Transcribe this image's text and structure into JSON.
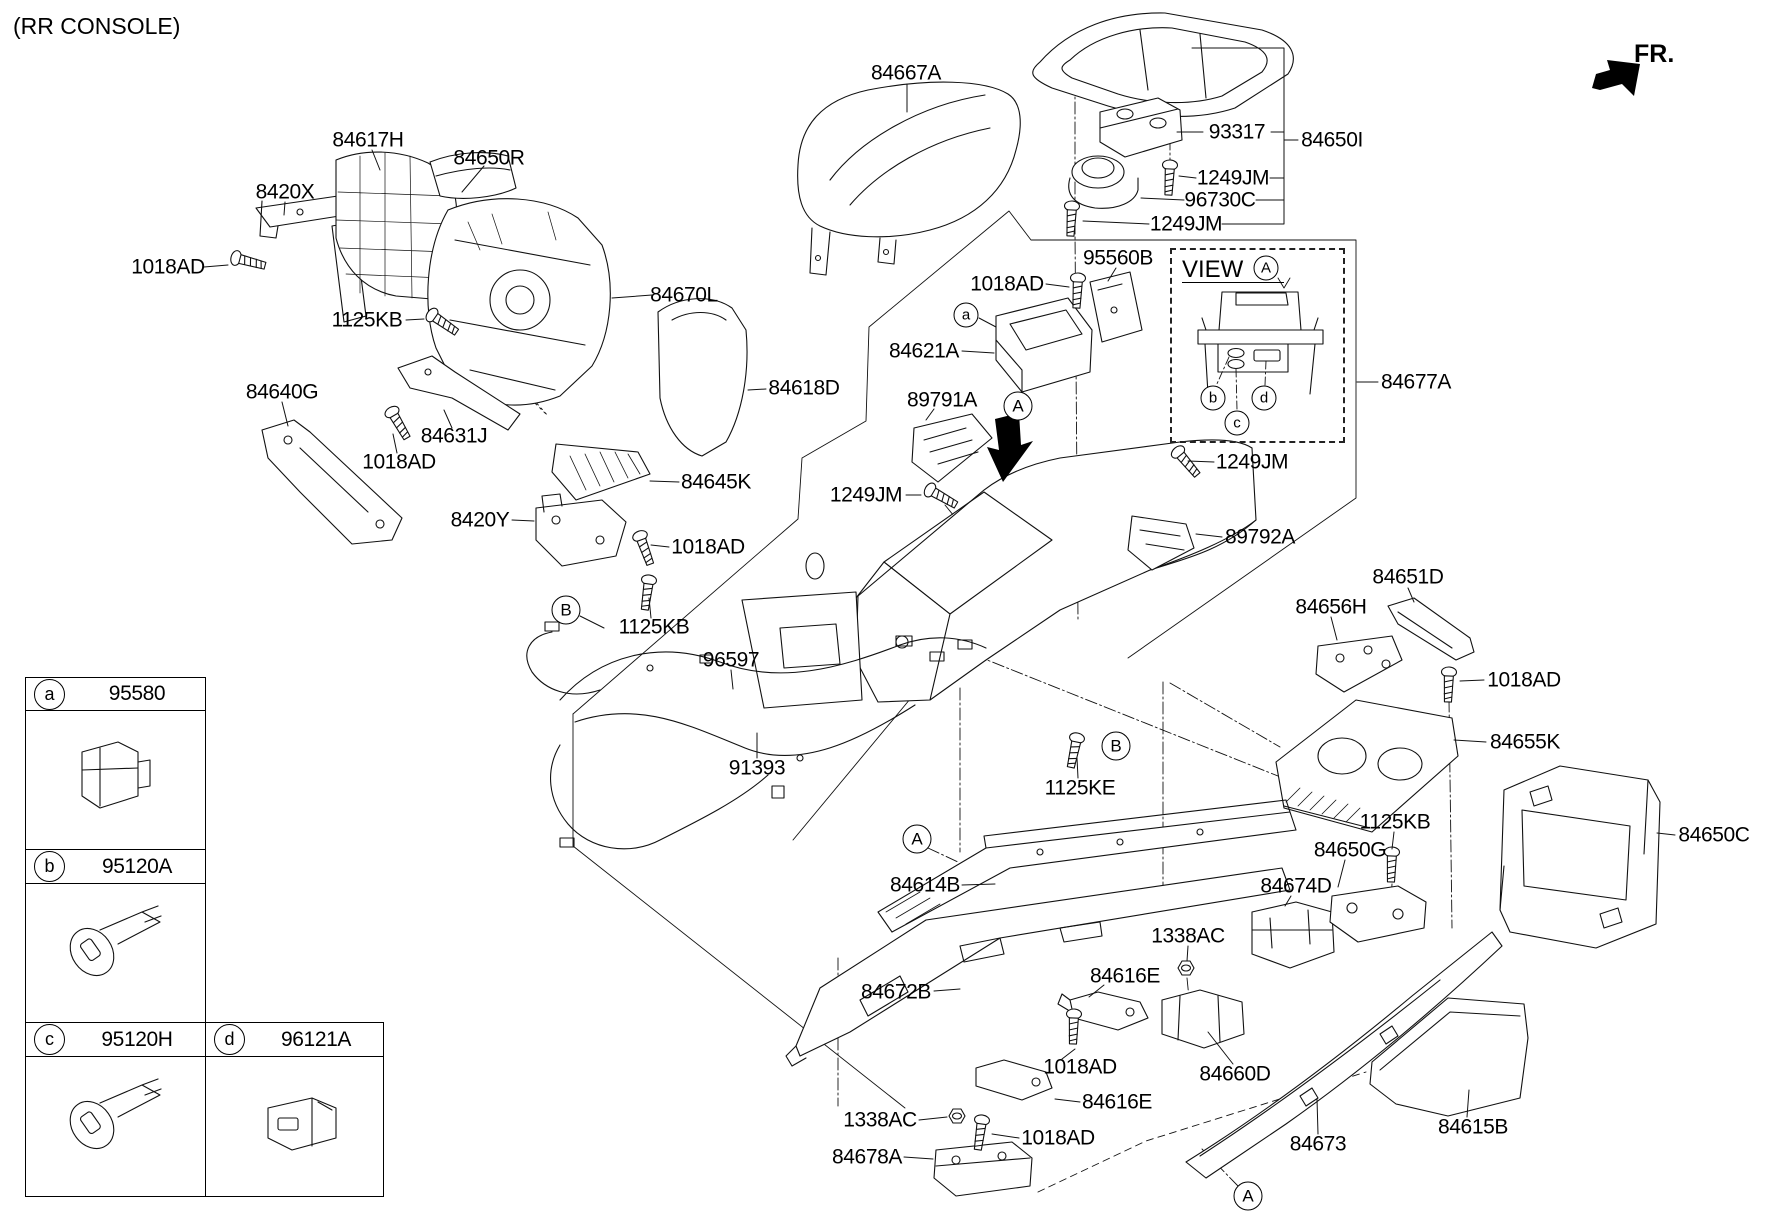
{
  "title": "(RR CONSOLE)",
  "direction_indicator": "FR.",
  "view_inset": {
    "label": "VIEW",
    "letter": "A"
  },
  "callouts": {
    "A": "A",
    "B": "B",
    "a": "a",
    "b": "b",
    "c": "c",
    "d": "d"
  },
  "parts": {
    "84667A": "84667A",
    "84617H": "84617H",
    "84650R": "84650R",
    "8420X": "8420X",
    "1018AD": "1018AD",
    "1125KB": "1125KB",
    "1125KE": "1125KE",
    "84670L": "84670L",
    "84618D": "84618D",
    "84640G": "84640G",
    "84631J": "84631J",
    "84645K": "84645K",
    "8420Y": "8420Y",
    "96597": "96597",
    "91393": "91393",
    "1249JM": "1249JM",
    "84621A": "84621A",
    "95560B": "95560B",
    "89791A": "89791A",
    "89792A": "89792A",
    "93317": "93317",
    "96730C": "96730C",
    "84650I": "84650I",
    "84677A": "84677A",
    "84651D": "84651D",
    "84656H": "84656H",
    "84655K": "84655K",
    "84650C": "84650C",
    "84650G": "84650G",
    "84674D": "84674D",
    "1338AC": "1338AC",
    "84616E": "84616E",
    "84614B": "84614B",
    "84672B": "84672B",
    "84660D": "84660D",
    "84673": "84673",
    "84615B": "84615B",
    "84678A": "84678A"
  },
  "legend": {
    "rows": [
      {
        "key": "a",
        "part": "95580"
      },
      {
        "key": "b",
        "part": "95120A"
      },
      {
        "key": "c",
        "part": "95120H"
      },
      {
        "key": "d",
        "part": "96121A"
      }
    ]
  }
}
